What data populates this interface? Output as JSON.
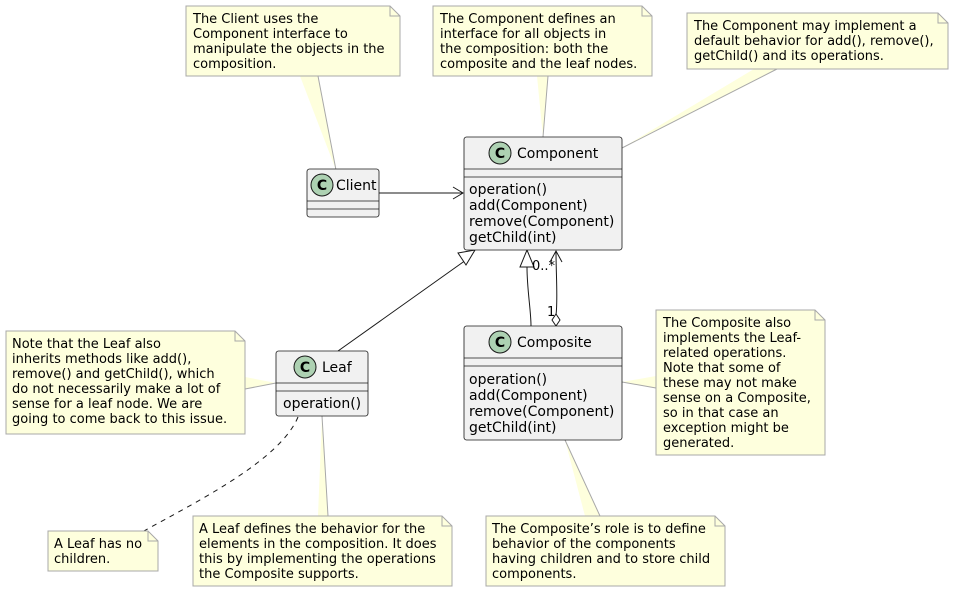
{
  "classes": {
    "component": {
      "name": "Component",
      "stereotype_letter": "C",
      "members": [
        "operation()",
        "add(Component)",
        "remove(Component)",
        "getChild(int)"
      ]
    },
    "client": {
      "name": "Client",
      "stereotype_letter": "C",
      "members": []
    },
    "leaf": {
      "name": "Leaf",
      "stereotype_letter": "C",
      "members": [
        "operation()"
      ]
    },
    "composite": {
      "name": "Composite",
      "stereotype_letter": "C",
      "members": [
        "operation()",
        "add(Component)",
        "remove(Component)",
        "getChild(int)"
      ]
    }
  },
  "notes": {
    "client": [
      "The Client uses the",
      "Component interface to",
      "manipulate the objects in the",
      "composition."
    ],
    "component_interface": [
      "The Component defines an",
      "interface for all objects in",
      "the composition: both the",
      "composite and the leaf nodes."
    ],
    "component_default": [
      "The Component may implement a",
      "default behavior for add(), remove(),",
      "getChild() and its operations."
    ],
    "leaf_inherits": [
      "Note that the Leaf also",
      "inherits methods like add(),",
      "remove() and getChild(), which",
      "do not necessarily make a lot of",
      "sense for a leaf node. We are",
      "going to come back to this issue."
    ],
    "composite_ops": [
      "The Composite also",
      "implements the Leaf-",
      "related operations.",
      "Note that some of",
      "these may not make",
      "sense on a Composite,",
      "so in that case an",
      "exception might be",
      "generated."
    ],
    "leaf_no_children": [
      "A Leaf has no",
      "children."
    ],
    "leaf_behavior": [
      "A Leaf defines the behavior for the",
      "elements in the composition. It does",
      "this by implementing the operations",
      "the Composite supports."
    ],
    "composite_role": [
      "The Composite’s role is to define",
      "behavior of the components",
      "having children and to store child",
      "components."
    ]
  },
  "relations": {
    "aggregation_multiplicity_component": "0..*",
    "aggregation_multiplicity_composite": "1"
  },
  "colors": {
    "class_fill": "#F1F1F1",
    "class_border": "#181818",
    "note_fill": "#FEFFDD",
    "note_border": "#A8A8A8",
    "circle_fill": "#ADD1B2"
  }
}
